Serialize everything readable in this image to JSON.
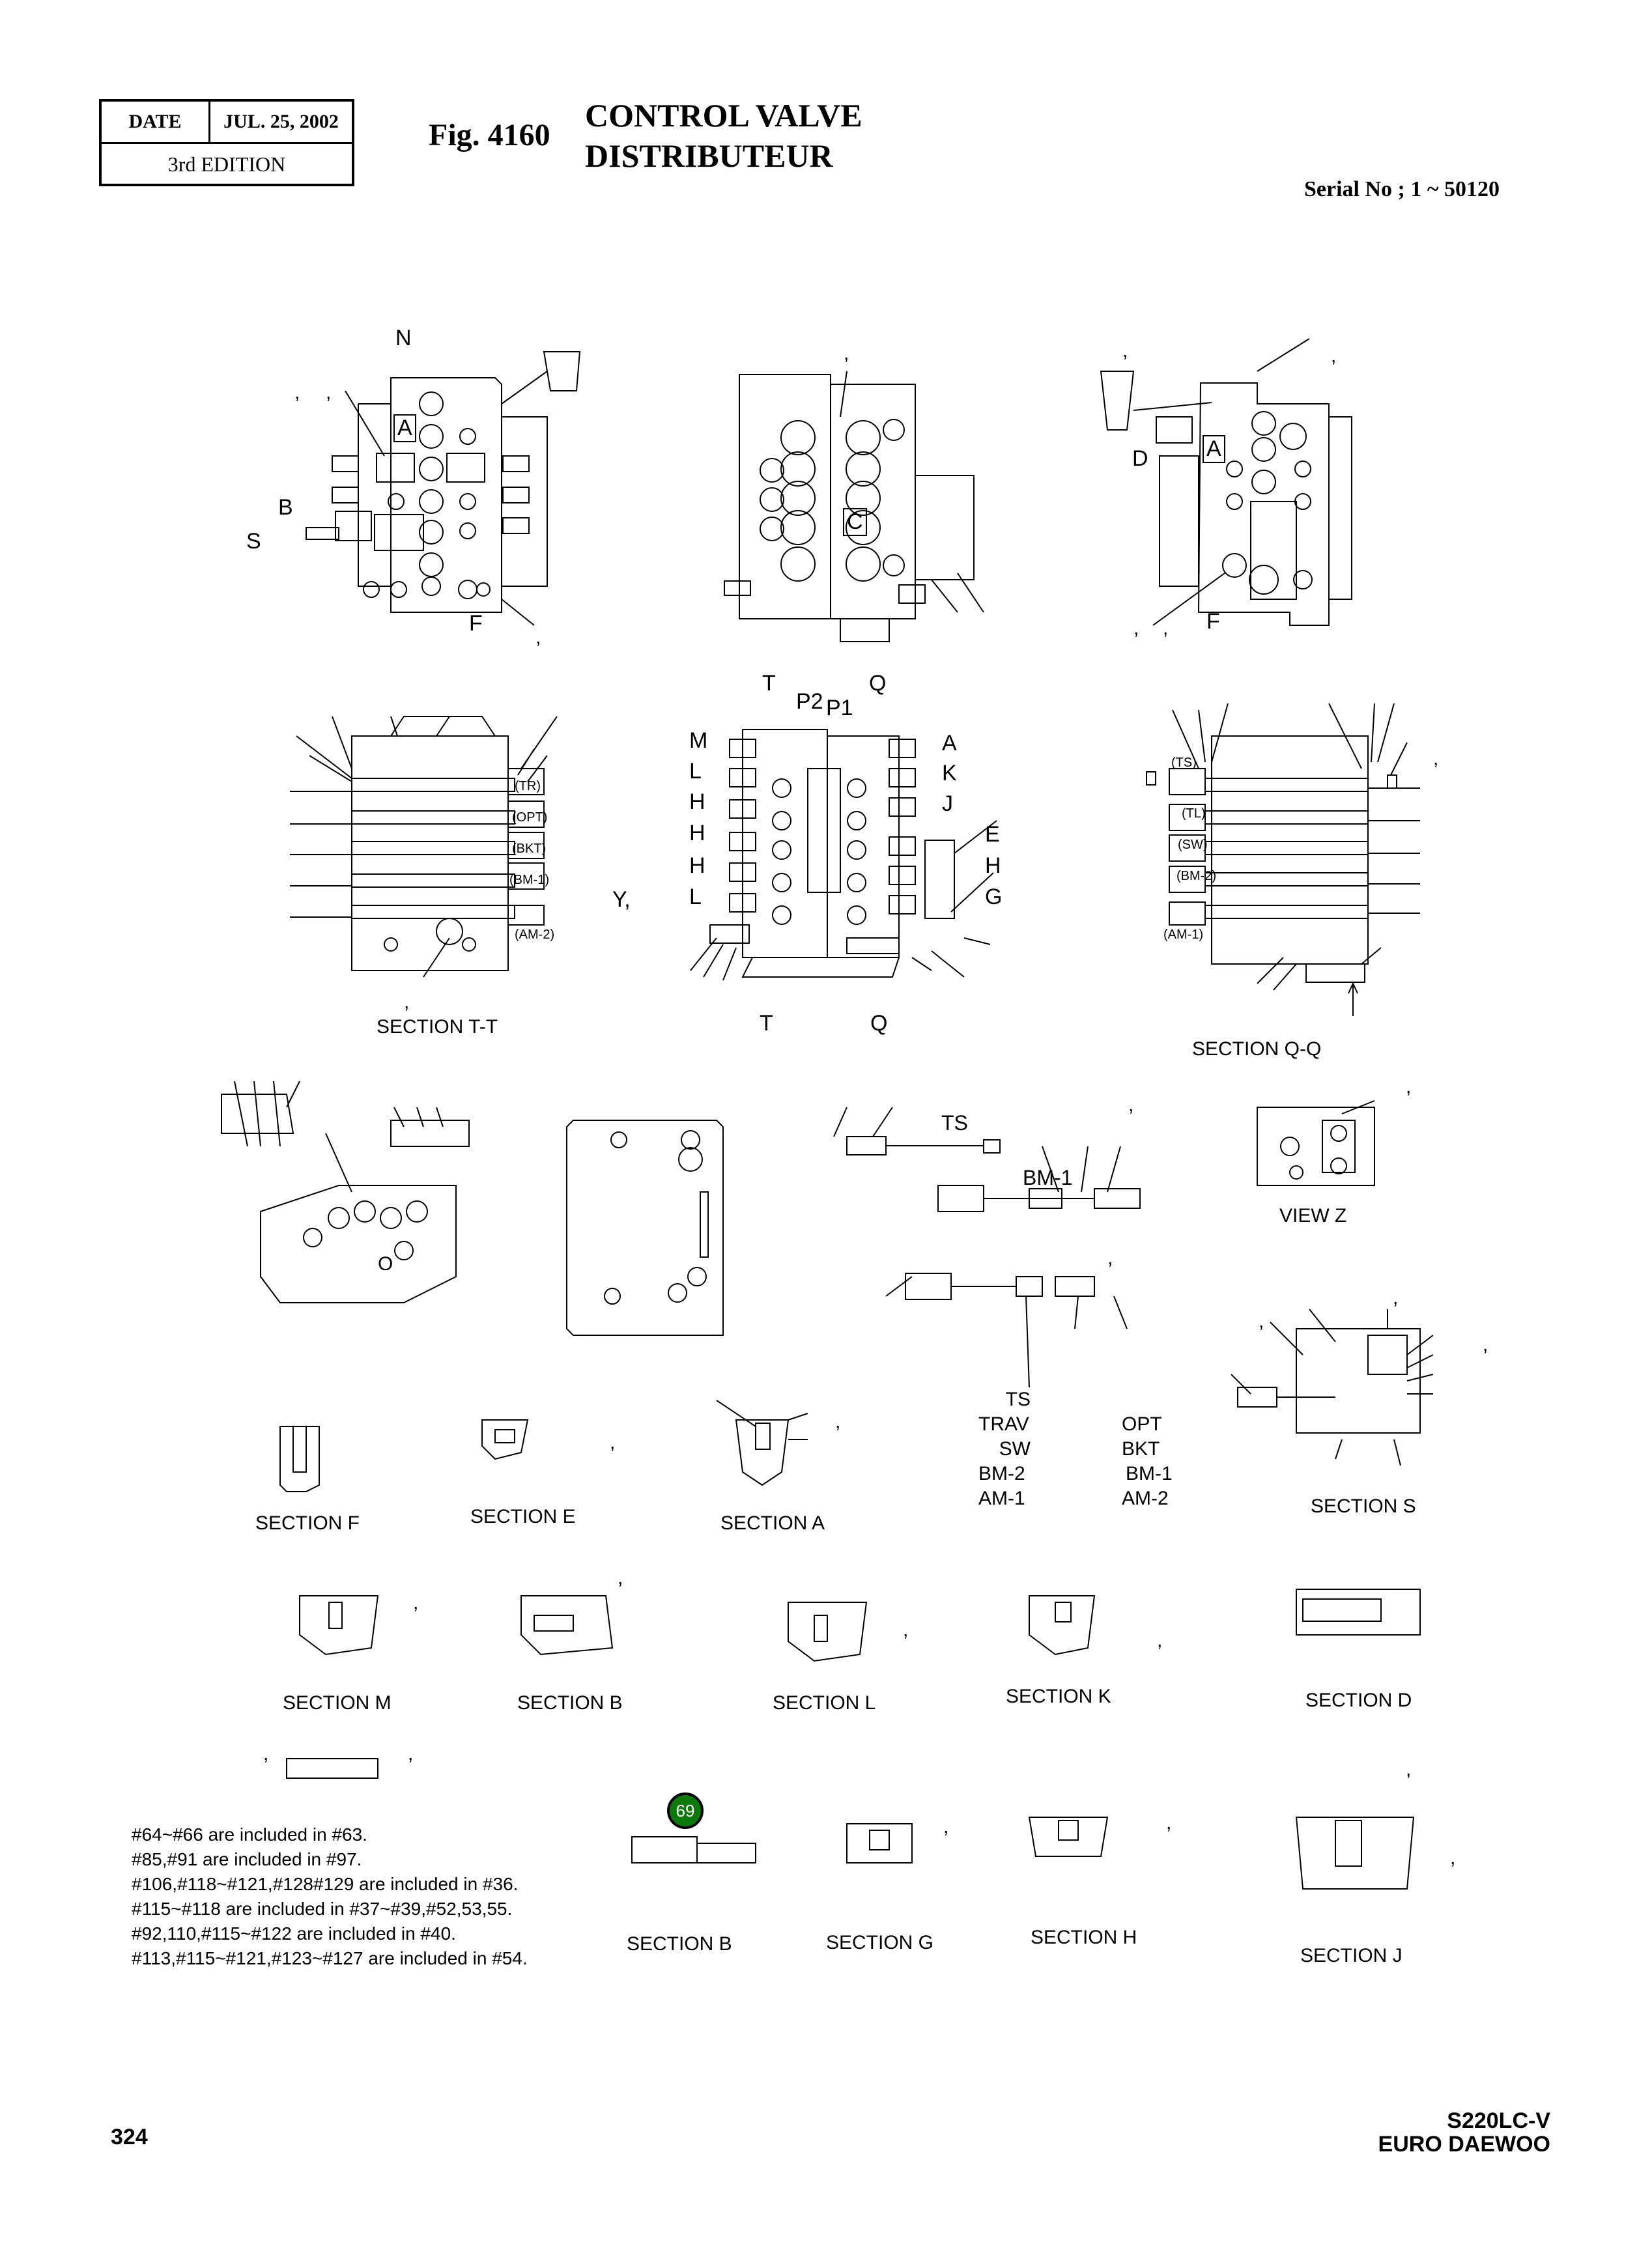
{
  "header": {
    "date_label": "DATE",
    "date_value": "JUL. 25, 2002",
    "edition": "3rd EDITION",
    "figure_number": "Fig. 4160",
    "title_en": "CONTROL VALVE",
    "title_fr": "DISTRIBUTEUR",
    "serial": "Serial No ; 1 ~ 50120"
  },
  "views": {
    "front_view": {
      "letters": [
        "N",
        "A",
        "B",
        "S",
        "F"
      ]
    },
    "side_view": {
      "letters": [
        "C"
      ]
    },
    "rear_view": {
      "letters": [
        "A",
        "D",
        "F"
      ]
    }
  },
  "section_tt": {
    "title": "SECTION T-T",
    "spools": [
      "(TR)",
      "(OPT)",
      "(BKT)",
      "(BM-1)",
      "(AM-2)"
    ]
  },
  "section_center": {
    "top_labels": [
      "T",
      "P2",
      "P1",
      "Q"
    ],
    "left_labels": [
      "M",
      "L",
      "H",
      "H",
      "H",
      "L"
    ],
    "right_labels": [
      "A",
      "K",
      "J",
      "E",
      "H",
      "G"
    ],
    "bottom_labels": [
      "T",
      "Q"
    ],
    "y_label": "Y,"
  },
  "section_qq": {
    "title": "SECTION Q-Q",
    "spools": [
      "(TS)",
      "(TL)",
      "(SW)",
      "(BM-2)",
      "(AM-1)"
    ]
  },
  "spool_details": {
    "ts_label": "TS",
    "bm1_label": "BM-1",
    "list_left": [
      "TS",
      "TRAV",
      "SW",
      "BM-2",
      "AM-1"
    ],
    "list_right": [
      "OPT",
      "BKT",
      "BM-1",
      "AM-2"
    ]
  },
  "view_z": {
    "title": "VIEW Z"
  },
  "view_o": {
    "letter": "O"
  },
  "sections_row1": [
    {
      "title": "SECTION F"
    },
    {
      "title": "SECTION  E"
    },
    {
      "title": "SECTION  A"
    },
    {
      "title": "SECTION  S"
    }
  ],
  "sections_row2": [
    {
      "title": "SECTION  M"
    },
    {
      "title": "SECTION  B"
    },
    {
      "title": "SECTION  L"
    },
    {
      "title": "SECTION  K"
    },
    {
      "title": "SECTION  D"
    }
  ],
  "sections_row3": [
    {
      "title": "SECTION  B"
    },
    {
      "title": "SECTION  G"
    },
    {
      "title": "SECTION  H"
    },
    {
      "title": "SECTION  J"
    }
  ],
  "callout": {
    "number": "69",
    "color": "#0b7a0b"
  },
  "notes": [
    "#64~#66 are included in #63.",
    "#85,#91 are included in #97.",
    "#106,#118~#121,#128#129 are included in #36.",
    "#115~#118 are included in #37~#39,#52,53,55.",
    "#92,110,#115~#122 are included in #40.",
    "#113,#115~#121,#123~#127 are included in #54."
  ],
  "footer": {
    "page_number": "324",
    "model": "S220LC-V",
    "brand": "EURO DAEWOO"
  }
}
